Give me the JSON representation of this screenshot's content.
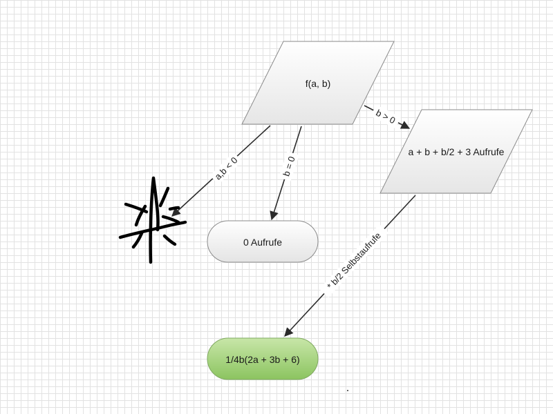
{
  "nodes": {
    "function_call": {
      "label": "f(a, b)"
    },
    "recursive_case": {
      "label": "a + b + b/2 + 3 Aufrufe"
    },
    "zero_case": {
      "label": "0 Aufrufe"
    },
    "result": {
      "label": "1/4b(2a + 3b + 6)"
    }
  },
  "edges": {
    "negative": {
      "label": "a,b < 0"
    },
    "zero": {
      "label": "b = 0"
    },
    "positive": {
      "label": "b > 0"
    },
    "recursion": {
      "label": "* b/2 Selbstaufrufe"
    }
  },
  "colors": {
    "process_fill_top": "#ffffff",
    "process_fill_bottom": "#e6e6e6",
    "terminal_fill_top": "#ffffff",
    "terminal_fill_bottom": "#e4e4e4",
    "result_fill_top": "#c8e6a8",
    "result_fill_bottom": "#8cc460",
    "stroke": "#8a8a8a",
    "error_icon": "#000000"
  },
  "icons": {
    "error": "starburst-error-icon"
  }
}
